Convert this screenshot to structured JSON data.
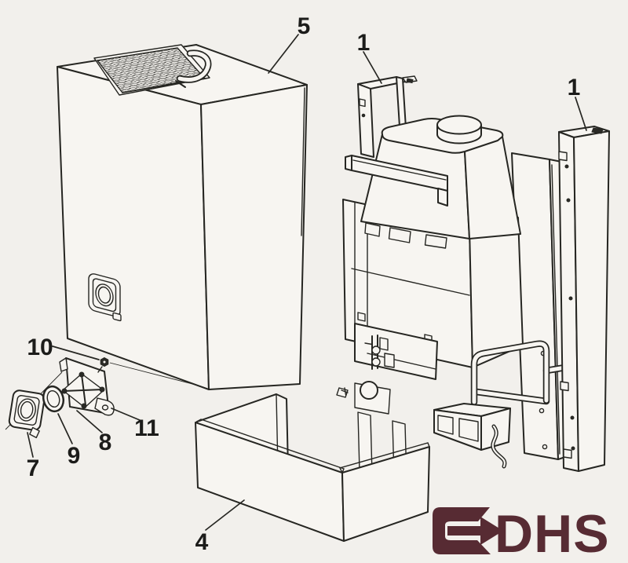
{
  "callouts": {
    "case": "5",
    "bracket_top": "1",
    "side_rail": "1",
    "base_tray": "4",
    "escutcheon": "7",
    "gasket": "8",
    "ring": "9",
    "nut": "10",
    "bracket_plate": "11"
  },
  "logo": {
    "text": "DHS",
    "icon": "arrow-right-icon",
    "color": "#572b33"
  },
  "colors": {
    "background": "#f2f0ec",
    "line": "#262622"
  }
}
